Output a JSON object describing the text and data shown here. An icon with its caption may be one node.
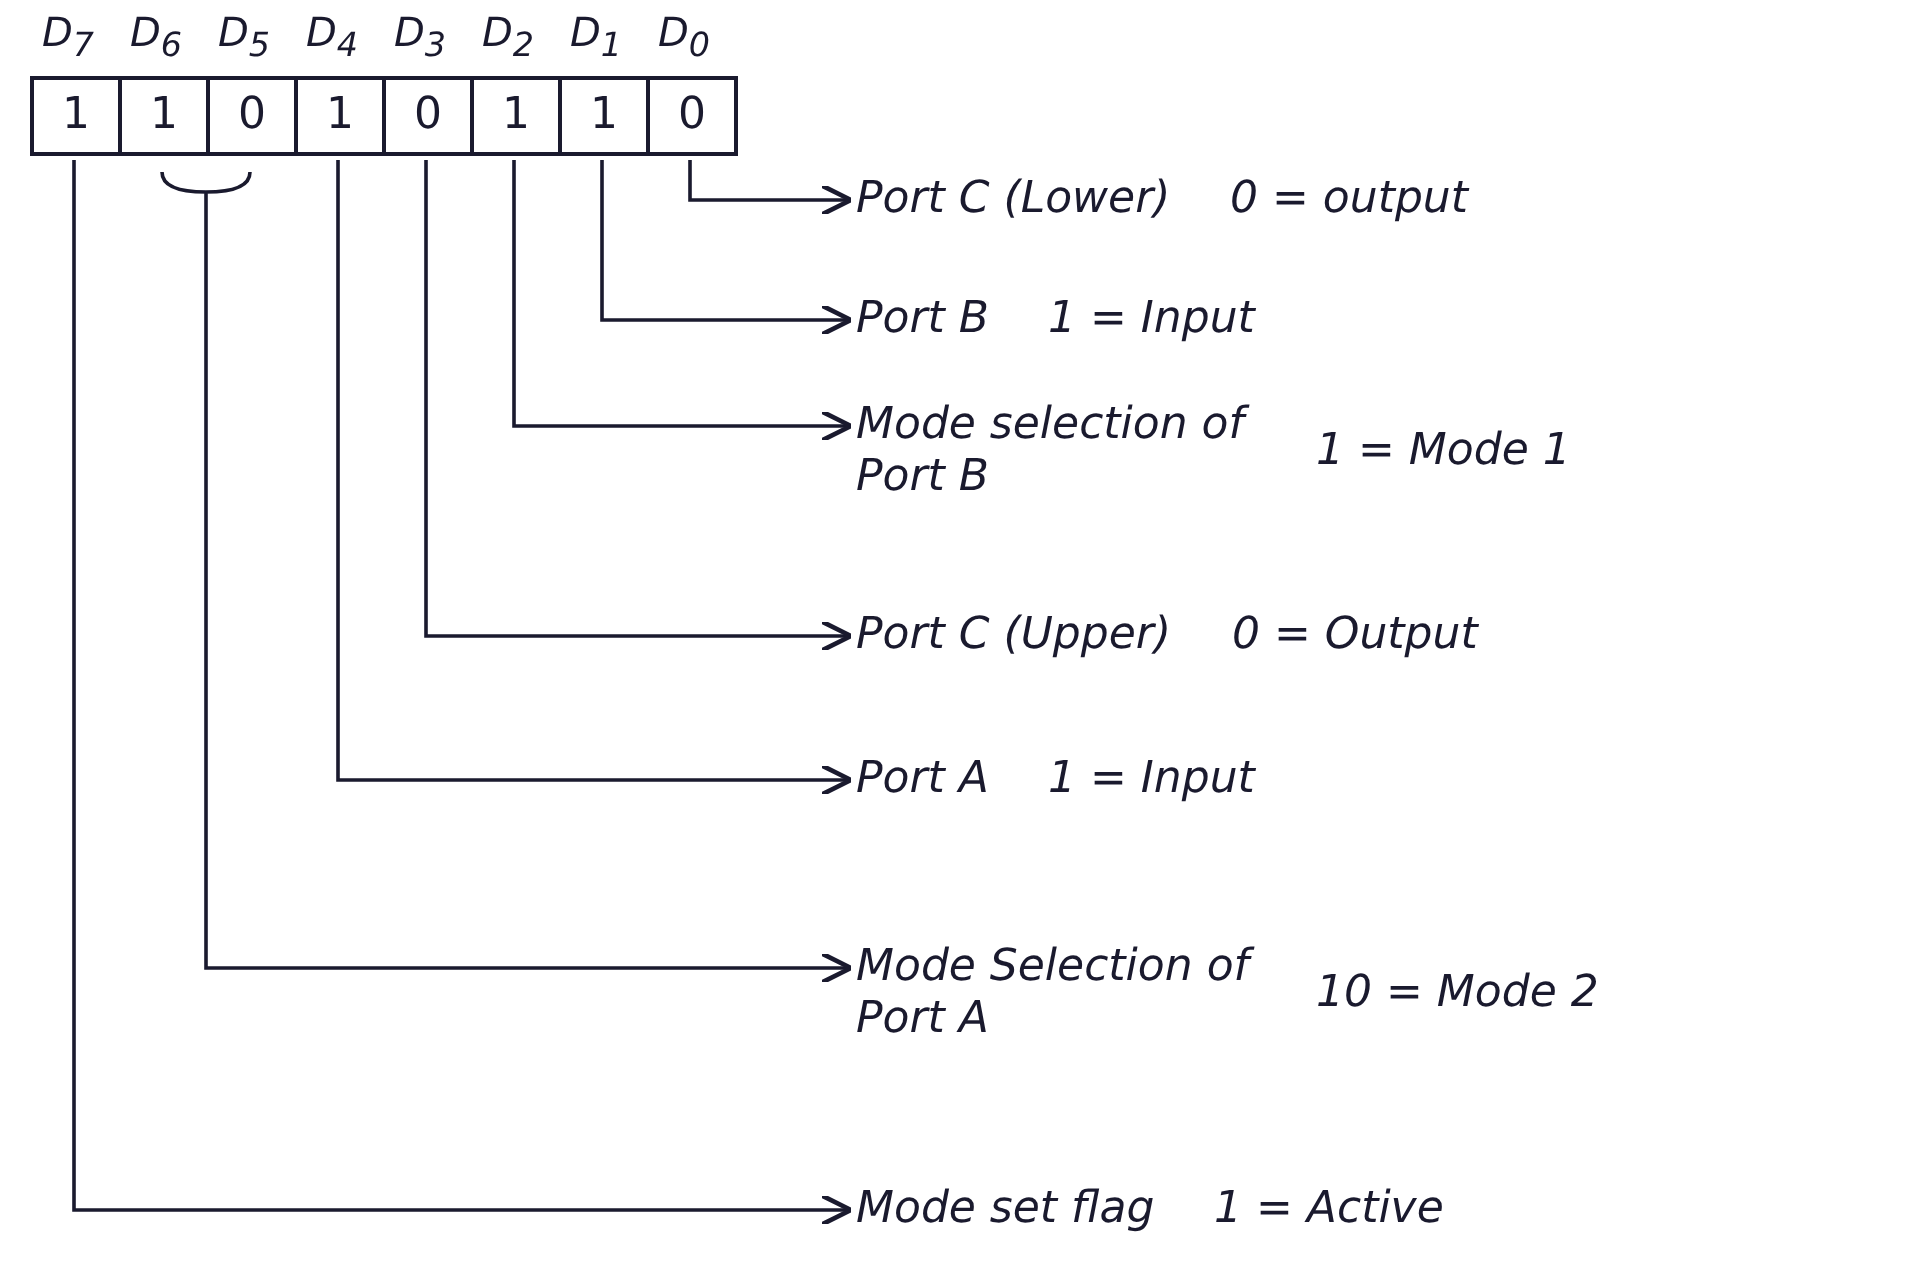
{
  "diagram": {
    "nodes": [
      {
        "text": [
          "D$_{7}$",
          "1"
        ]
      },
      {
        "text": [
          "D$_{6}$",
          "1"
        ]
      },
      {
        "text": [
          "D$_{5}$",
          "0"
        ]
      },
      {
        "text": [
          "D$_{4}$",
          "1"
        ]
      },
      {
        "text": [
          "D$_{3}$",
          "0"
        ]
      },
      {
        "text": [
          "D$_{2}$",
          "1"
        ]
      },
      {
        "text": [
          "D$_{1}$",
          "1"
        ]
      },
      {
        "text": [
          "D$_{0}$",
          "0"
        ]
      },
      {
        "text": [
          "Port C (Lower)"
        ],
        "beside": [
          "0 = output"
        ]
      },
      {
        "text": [
          "Port B"
        ],
        "beside": [
          "1 = Input"
        ]
      },
      {
        "text": [
          "Mode selection of Port B"
        ],
        "beside": [
          "1 = Mode 1"
        ]
      },
      {
        "text": [
          "Port C (Upper)"
        ],
        "beside": [
          "0 = Output"
        ]
      },
      {
        "text": [
          "Port A"
        ],
        "beside": [
          "1 = Input"
        ]
      },
      {
        "text": [
          "Mode Selection of Port A"
        ],
        "beside": [
          "10 = Mode 2"
        ]
      },
      {
        "text": [
          "Mode set flag"
        ],
        "beside": [
          "1 = Active"
        ]
      }
    ],
    "edges": [
      {
        "from": 7,
        "to": 8,
        "arrow": "to"
      },
      {
        "from": 6,
        "to": 9,
        "arrow": "to"
      },
      {
        "from": 5,
        "to": 10,
        "arrow": "to"
      },
      {
        "from": 4,
        "to": 11,
        "arrow": "to"
      },
      {
        "from": 3,
        "to": 12,
        "arrow": "to"
      },
      {
        "from": 1,
        "to": 13,
        "arrow": "to"
      },
      {
        "from": 2,
        "to": 13,
        "arrow": "to"
      },
      {
        "from": 0,
        "to": 14,
        "arrow": "to"
      }
    ]
  }
}
